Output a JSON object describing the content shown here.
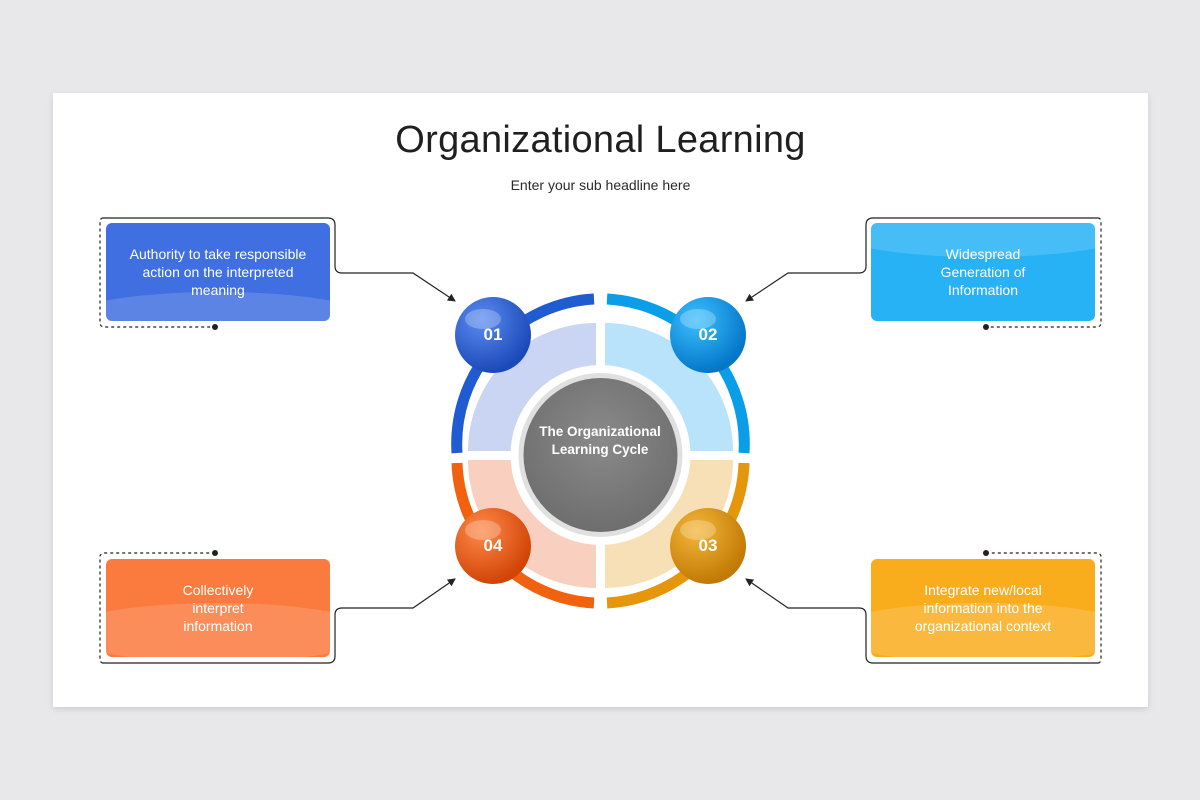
{
  "slide": {
    "title": "Organizational Learning",
    "subtitle": "Enter your sub headline here"
  },
  "cycle": {
    "center_label": "The Organizational Learning Cycle",
    "steps": [
      {
        "number": "01",
        "text": "Authority to take responsible action on the interpreted meaning",
        "color": "#3f6fe0"
      },
      {
        "number": "02",
        "text": "Widespread Generation of Information",
        "color": "#27b2f6"
      },
      {
        "number": "03",
        "text": "Integrate new/local information into the organizational context",
        "color": "#f9ad1d"
      },
      {
        "number": "04",
        "text": "Collectively interpret information",
        "color": "#fb7a3e"
      }
    ]
  },
  "colors": {
    "background": "#e8e7e9",
    "slide": "#ffffff",
    "center_circle": "#7e7e7e",
    "blue_dark": "#1f5bd1",
    "blue_light": "#0a9ee8",
    "orange": "#f0620f",
    "amber": "#e5960a"
  }
}
